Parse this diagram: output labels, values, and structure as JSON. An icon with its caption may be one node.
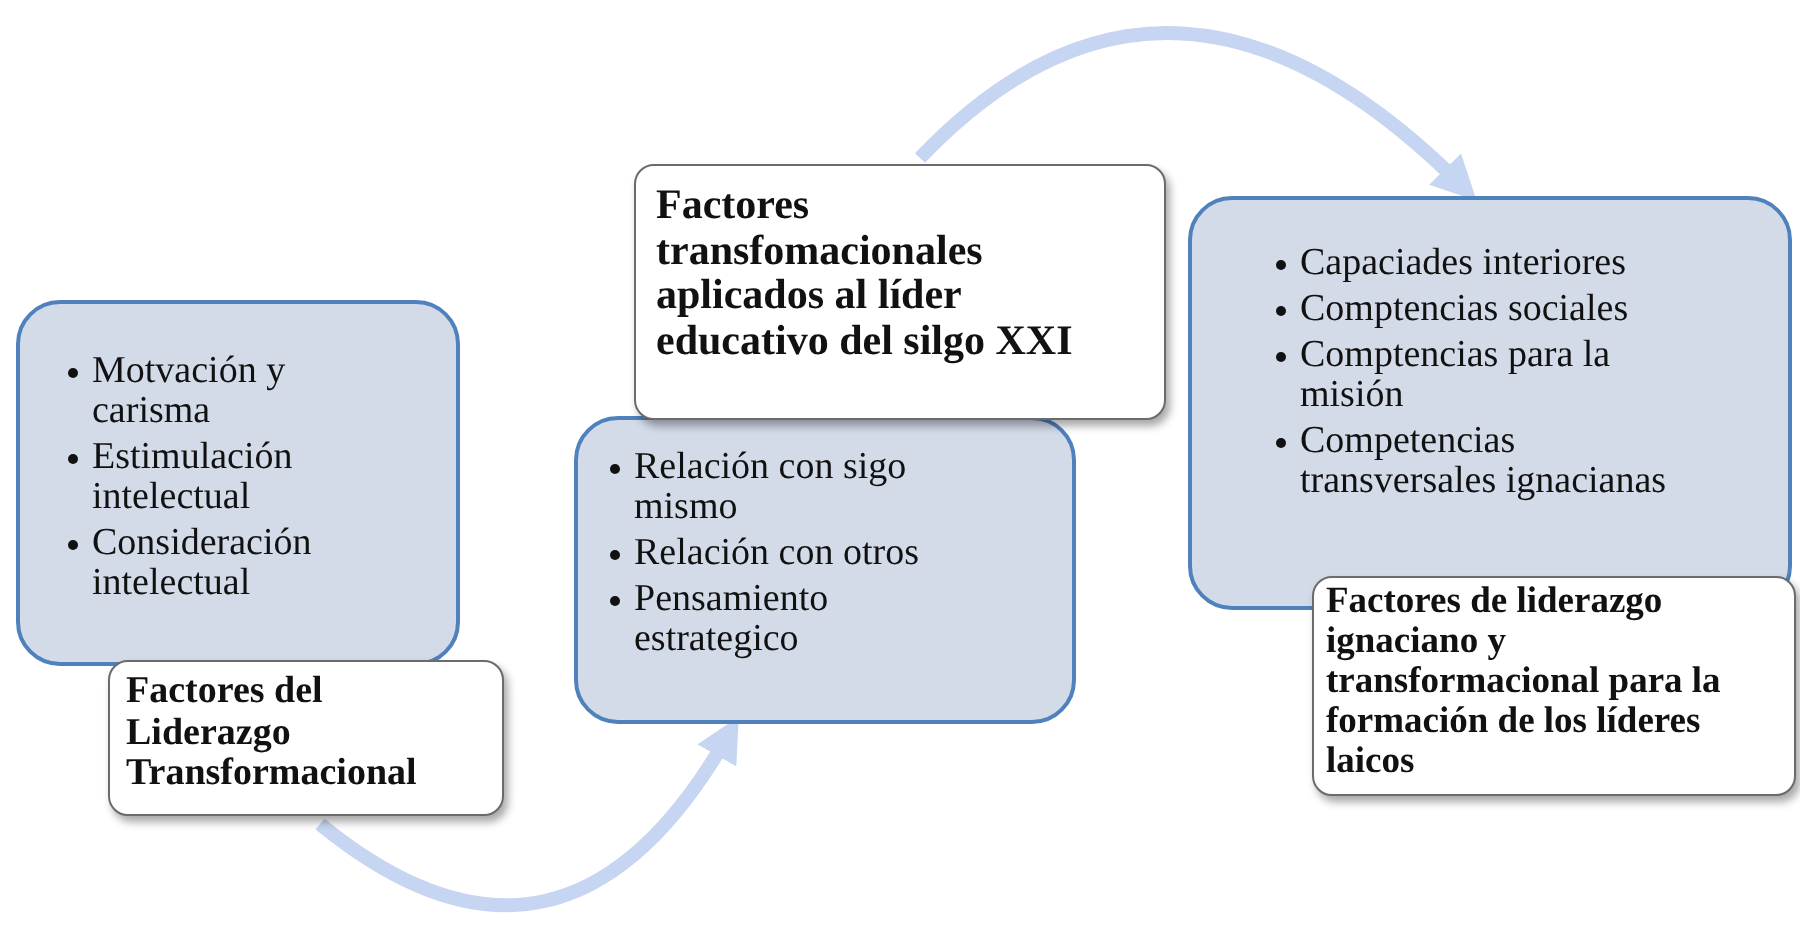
{
  "diagram": {
    "nodes": [
      {
        "text": [
          "Motvación y carisma",
          "Estimulación intelectual",
          "Consideración intelectual"
        ]
      },
      {
        "text": [
          "Factores del Liderazgo Transformacional"
        ]
      },
      {
        "text": [
          "Relación con sigo mismo",
          "Relación con otros",
          "Pensamiento estrategico"
        ]
      },
      {
        "text": [
          "Factores transfomacionales aplicados al líder educativo del silgo XXI"
        ]
      },
      {
        "text": [
          "Capaciades interiores",
          "Comptencias sociales",
          "Comptencias para la misión",
          "Competencias transversales ignacianas"
        ]
      },
      {
        "text": [
          "Factores de liderazgo ignaciano y transformacional para la formación de los líderes laicos"
        ]
      }
    ],
    "edges": [
      {
        "from": 1,
        "to": 2,
        "arrow": "to"
      },
      {
        "from": 3,
        "to": 4,
        "arrow": "to"
      }
    ]
  }
}
